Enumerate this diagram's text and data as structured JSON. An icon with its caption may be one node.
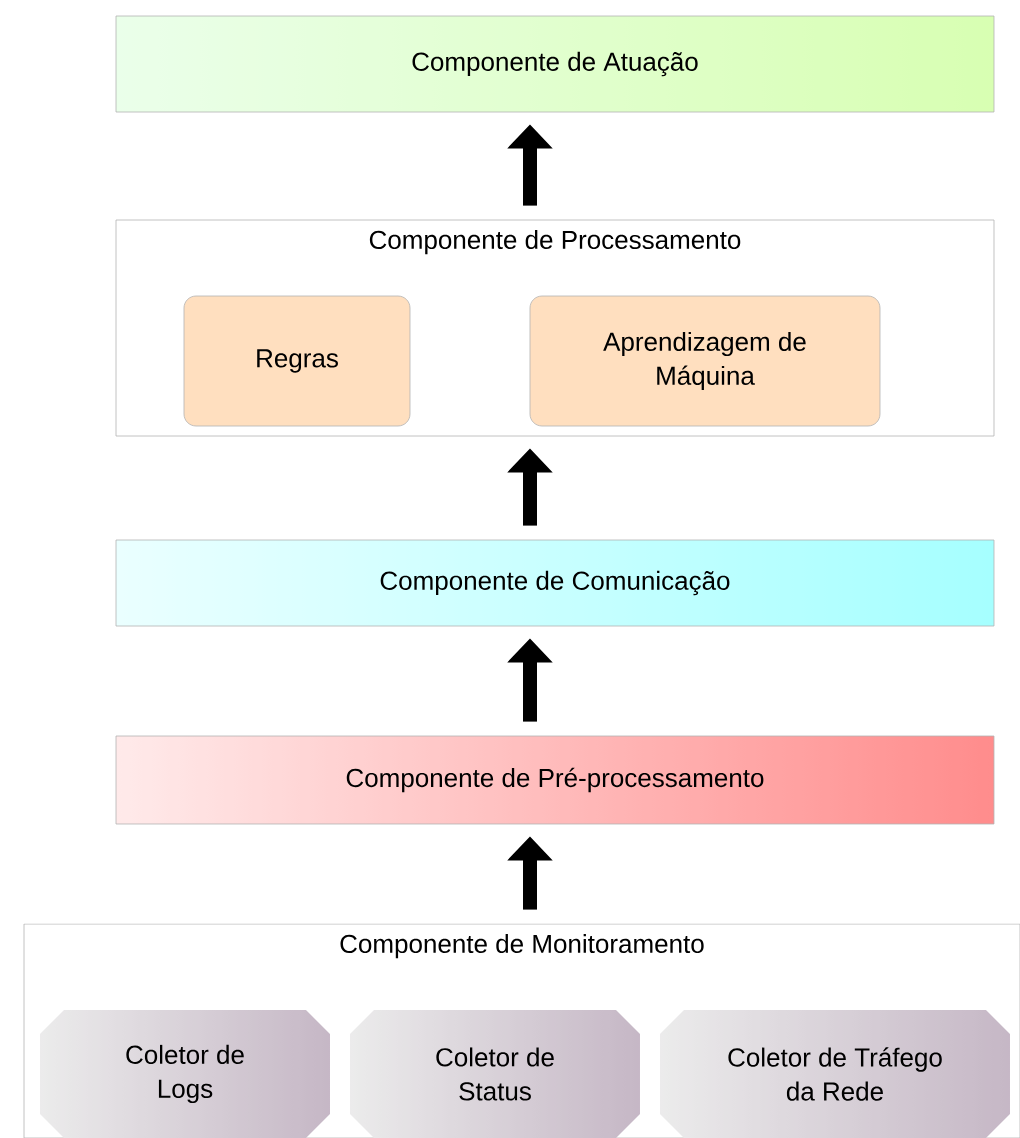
{
  "diagram": {
    "nodes": [
      {
        "text": [
          "Componente de Atuação"
        ]
      },
      {
        "text": [
          "Componente de Processamento"
        ]
      },
      {
        "text": [
          "Regras"
        ],
        "in": 1
      },
      {
        "text": [
          "Aprendizagem de Máquina"
        ],
        "in": 1
      },
      {
        "text": [
          "Componente de Comunicação"
        ]
      },
      {
        "text": [
          "Componente de Pré-processamento"
        ]
      },
      {
        "text": [
          "Componente de Monitoramento"
        ]
      },
      {
        "text": [
          "Coletor de Logs"
        ],
        "in": 6
      },
      {
        "text": [
          "Coletor de Status"
        ],
        "in": 6
      },
      {
        "text": [
          "Coletor de Tráfego da Rede"
        ],
        "in": 6
      }
    ],
    "edges": [
      {
        "from": 6,
        "to": 5,
        "arrow": "to"
      },
      {
        "from": 5,
        "to": 4,
        "arrow": "to"
      },
      {
        "from": 4,
        "to": 1,
        "arrow": "to"
      },
      {
        "from": 1,
        "to": 0,
        "arrow": "to"
      }
    ]
  }
}
